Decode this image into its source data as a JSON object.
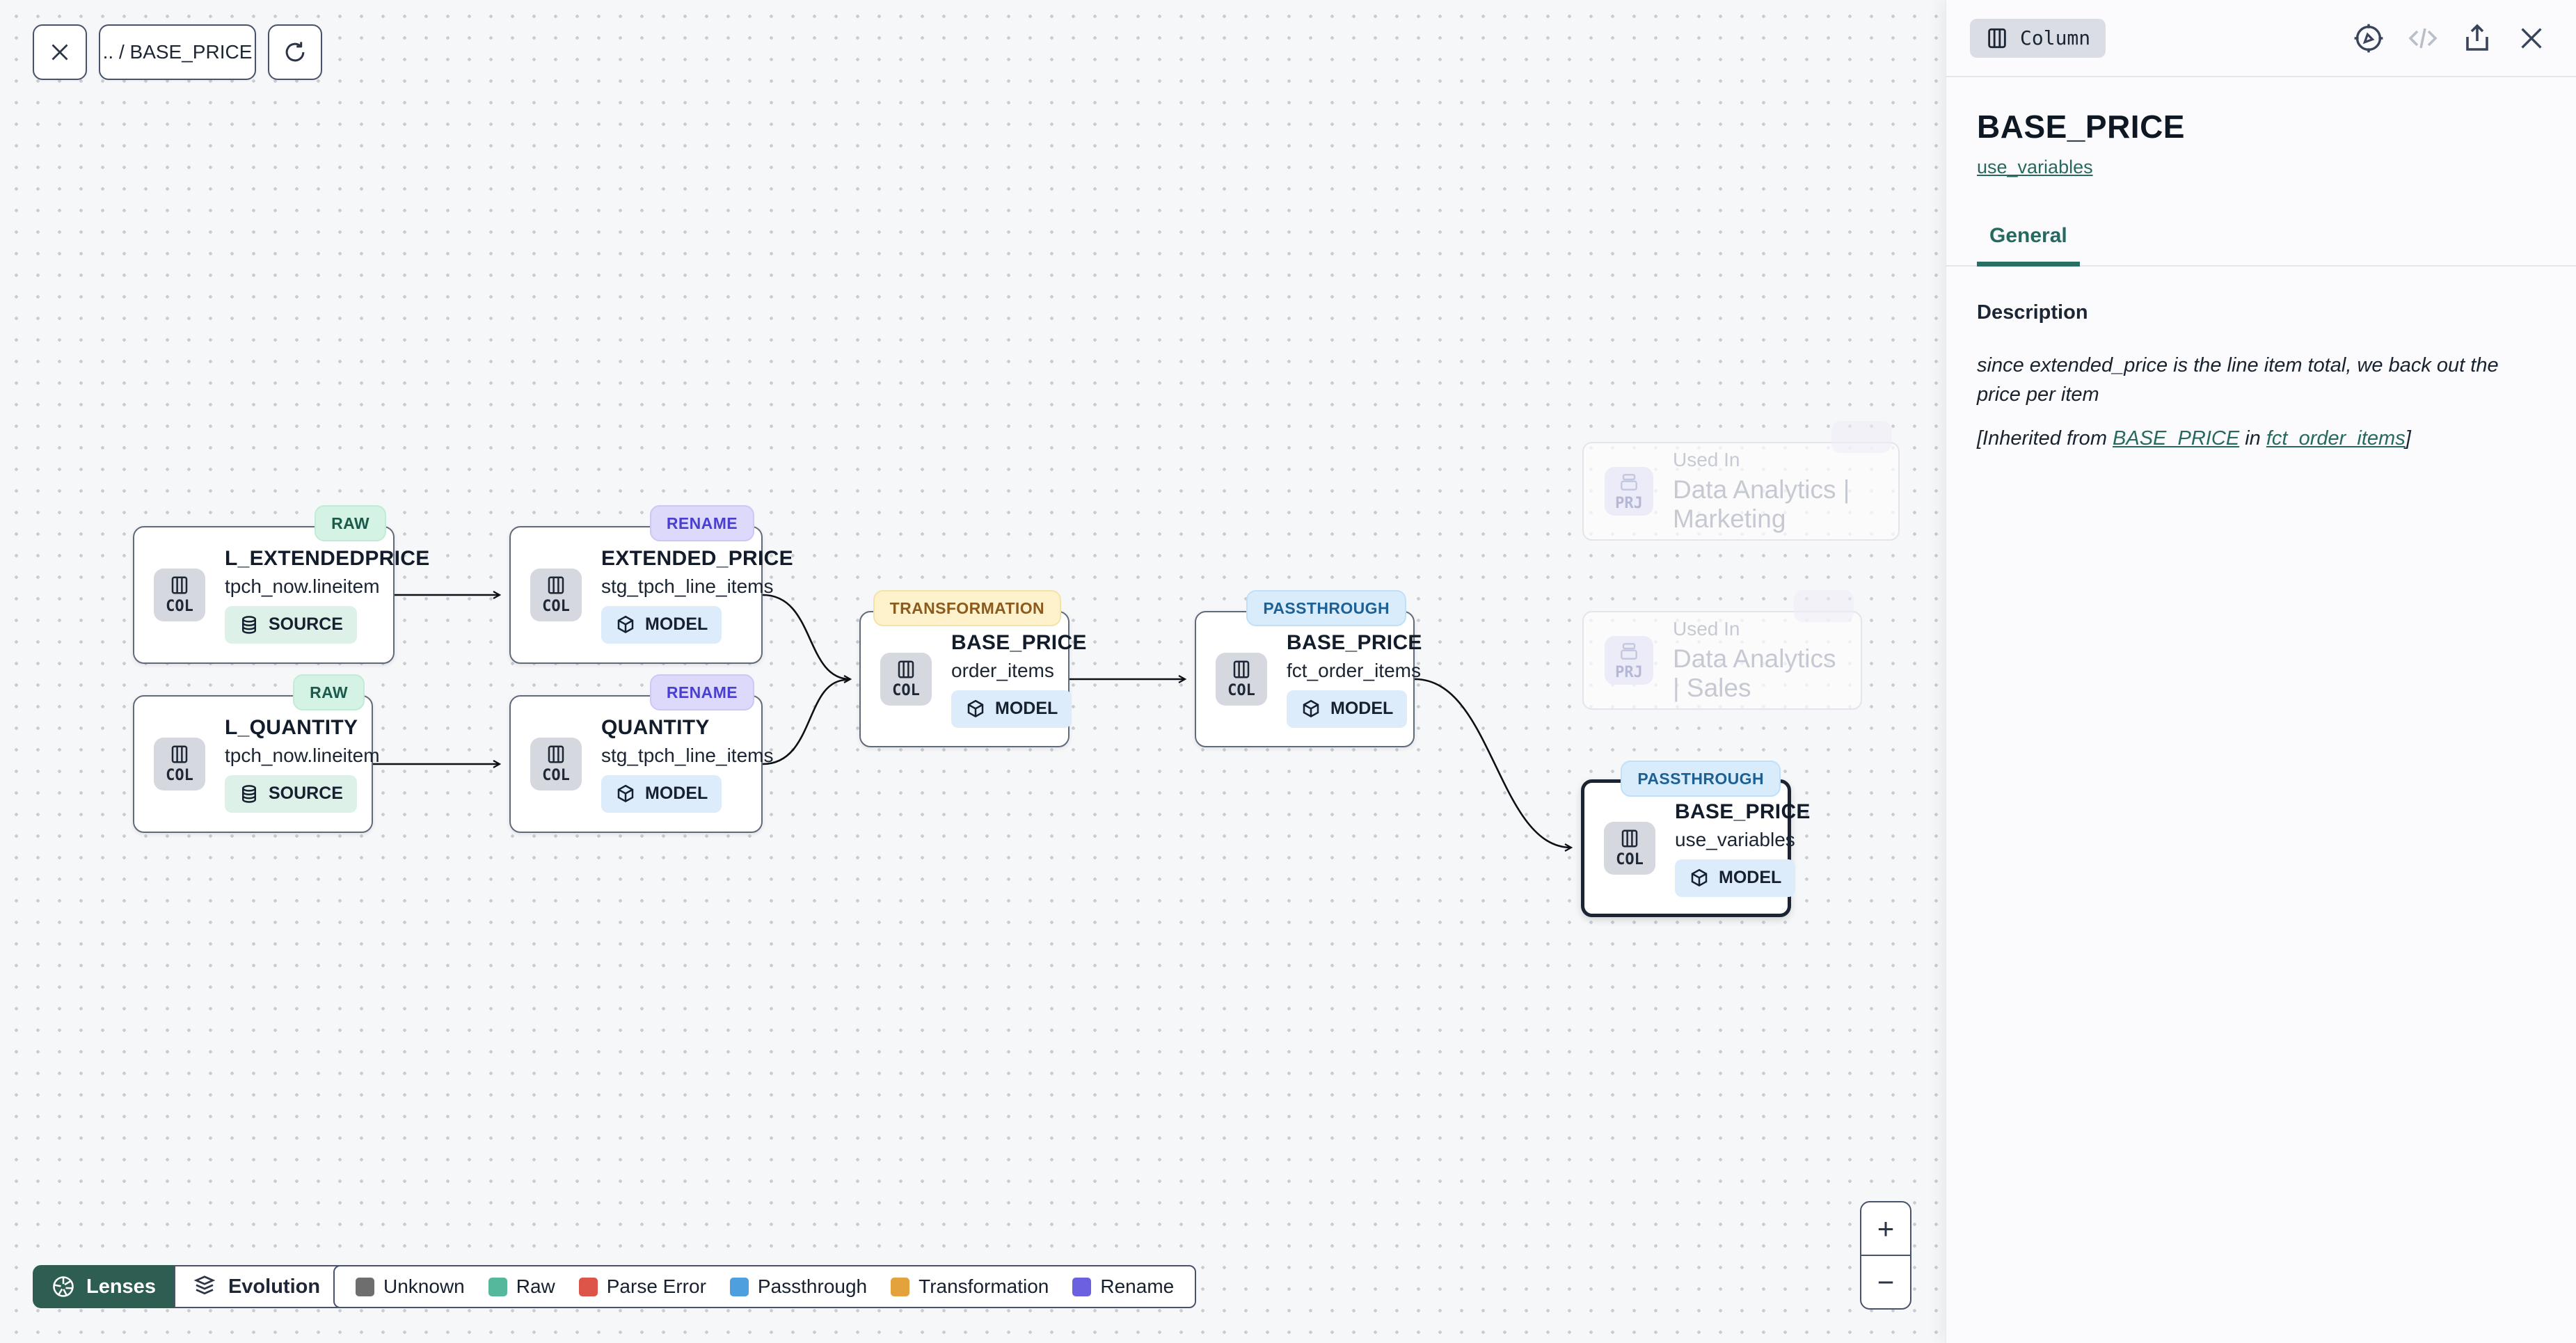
{
  "toolbar": {
    "breadcrumb": ".. / BASE_PRICE"
  },
  "canvas": {
    "nodes": [
      {
        "badge": "RAW",
        "title": "L_EXTENDEDPRICE",
        "subtitle": "tpch_now.lineitem",
        "type_chip": "COL",
        "kind_chip": "SOURCE"
      },
      {
        "badge": "RAW",
        "title": "L_QUANTITY",
        "subtitle": "tpch_now.lineitem",
        "type_chip": "COL",
        "kind_chip": "SOURCE"
      },
      {
        "badge": "RENAME",
        "title": "EXTENDED_PRICE",
        "subtitle": "stg_tpch_line_items",
        "type_chip": "COL",
        "kind_chip": "MODEL"
      },
      {
        "badge": "RENAME",
        "title": "QUANTITY",
        "subtitle": "stg_tpch_line_items",
        "type_chip": "COL",
        "kind_chip": "MODEL"
      },
      {
        "badge": "TRANSFORMATION",
        "title": "BASE_PRICE",
        "subtitle": "order_items",
        "type_chip": "COL",
        "kind_chip": "MODEL"
      },
      {
        "badge": "PASSTHROUGH",
        "title": "BASE_PRICE",
        "subtitle": "fct_order_items",
        "type_chip": "COL",
        "kind_chip": "MODEL"
      },
      {
        "badge": "PASSTHROUGH",
        "title": "BASE_PRICE",
        "subtitle": "use_variables",
        "type_chip": "COL",
        "kind_chip": "MODEL"
      }
    ],
    "ghost_nodes": [
      {
        "chip": "PRJ",
        "label": "Used In",
        "title": "Data Analytics | Marketing"
      },
      {
        "chip": "PRJ",
        "label": "Used In",
        "title": "Data Analytics | Sales"
      }
    ],
    "controls": {
      "lenses": "Lenses",
      "lens_selected": "Evolution",
      "zoom_in": "+",
      "zoom_out": "−"
    },
    "legend": {
      "items": [
        {
          "label": "Unknown",
          "color": "#6e6e6e"
        },
        {
          "label": "Raw",
          "color": "#55b79b"
        },
        {
          "label": "Parse Error",
          "color": "#dd5448"
        },
        {
          "label": "Passthrough",
          "color": "#4d9fdd"
        },
        {
          "label": "Transformation",
          "color": "#e3a23c"
        },
        {
          "label": "Rename",
          "color": "#6a60e0"
        }
      ]
    }
  },
  "panel": {
    "type_chip": "Column",
    "title": "BASE_PRICE",
    "model_link": "use_variables",
    "tab_general": "General",
    "description_label": "Description",
    "description_text": "since extended_price is the line item total, we back out the price per item",
    "inherited_prefix": "[Inherited from ",
    "inherited_link_column": "BASE_PRICE",
    "inherited_infix": " in ",
    "inherited_link_model": "fct_order_items",
    "inherited_suffix": "]"
  },
  "colors": {
    "accent_teal": "#27695f",
    "lenses_bg": "#2e5e52",
    "edge": "#0d1117"
  }
}
